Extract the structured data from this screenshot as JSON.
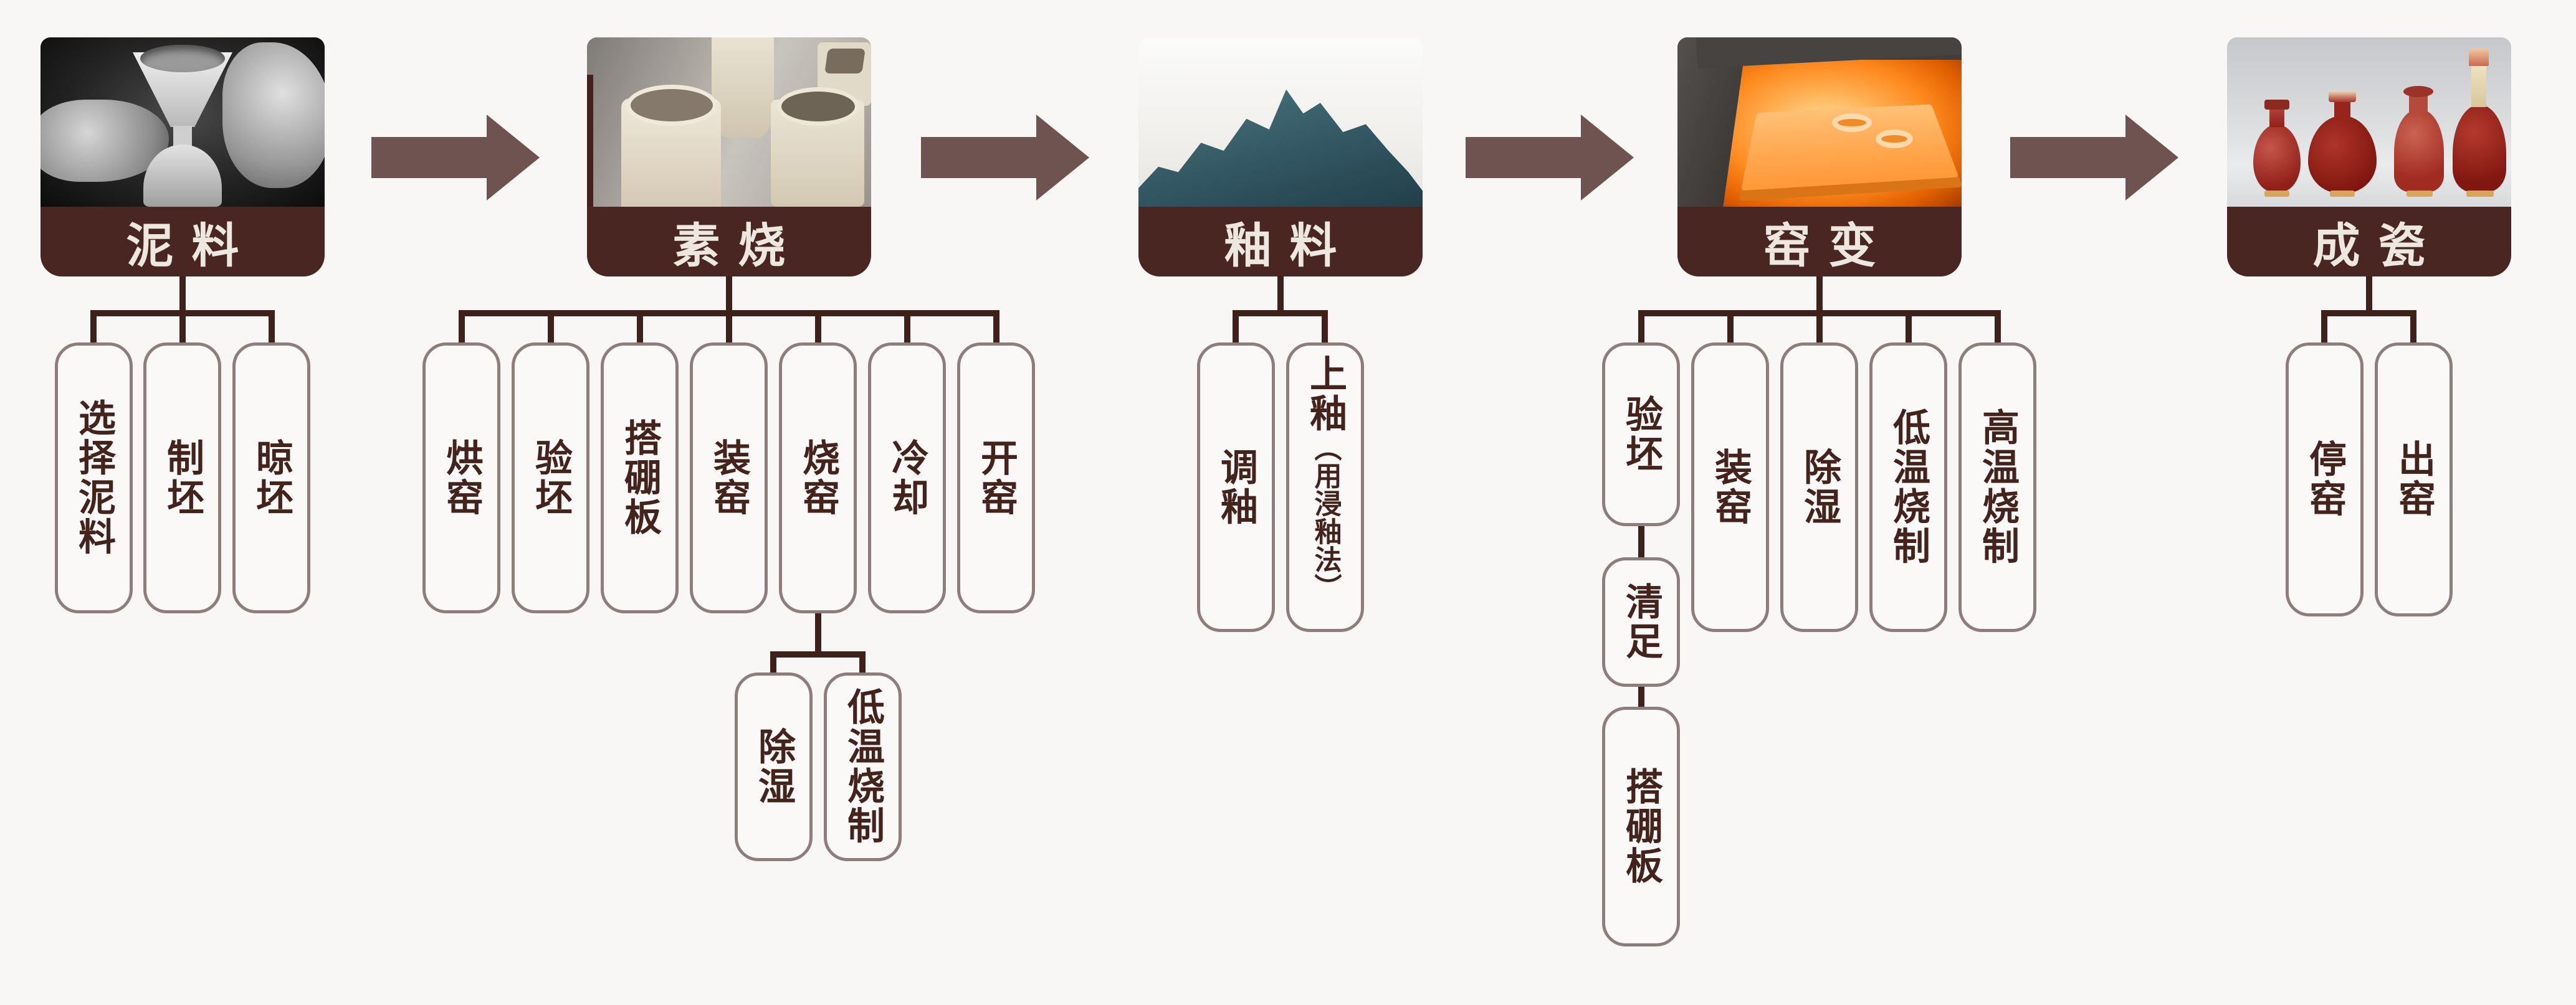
{
  "colors": {
    "background": "#f8f7f5",
    "title_bar": "#4a2623",
    "title_text": "#ece7df",
    "connector": "#3f211c",
    "arrow": "#6f5351",
    "box_border": "#8d7e7b",
    "box_text": "#44231d"
  },
  "icons": {
    "flow_arrow": "right-arrow"
  },
  "stages": [
    {
      "title": "泥料",
      "photo": "pottery-wheel-hands-photo",
      "children": [
        {
          "label": "选择泥料"
        },
        {
          "label": "制坯"
        },
        {
          "label": "晾坯"
        }
      ]
    },
    {
      "title": "素烧",
      "photo": "bisque-ware-photo",
      "children": [
        {
          "label": "烘窑"
        },
        {
          "label": "验坯"
        },
        {
          "label": "搭硼板"
        },
        {
          "label": "装窑"
        },
        {
          "label": "烧窑",
          "children": [
            {
              "label": "除湿"
            },
            {
              "label": "低温烧制"
            }
          ]
        },
        {
          "label": "冷却"
        },
        {
          "label": "开窑"
        }
      ]
    },
    {
      "title": "釉料",
      "photo": "glaze-powder-photo",
      "children": [
        {
          "label": "调釉"
        },
        {
          "label": "上釉",
          "note": "（用浸釉法）"
        }
      ]
    },
    {
      "title": "窑变",
      "photo": "kiln-firing-photo",
      "children": [
        {
          "label": "验坯",
          "chain": [
            {
              "label": "清足"
            },
            {
              "label": "搭硼板"
            }
          ]
        },
        {
          "label": "装窑"
        },
        {
          "label": "除湿"
        },
        {
          "label": "低温烧制"
        },
        {
          "label": "高温烧制"
        }
      ]
    },
    {
      "title": "成瓷",
      "photo": "red-porcelain-vases-photo",
      "children": [
        {
          "label": "停窑"
        },
        {
          "label": "出窑"
        }
      ]
    }
  ]
}
